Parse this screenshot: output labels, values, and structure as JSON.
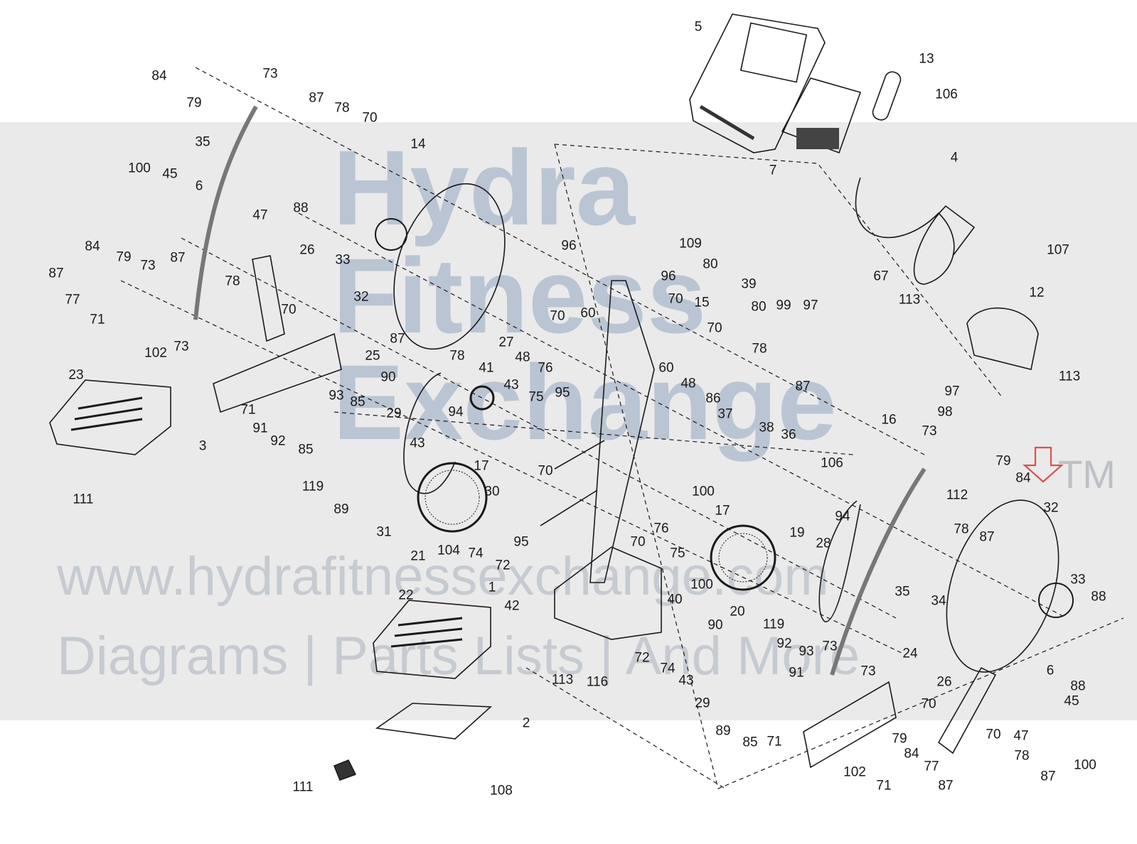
{
  "watermark": {
    "brand_line1": "Hydra",
    "brand_line2": "Fitness",
    "brand_line3": "Exchange",
    "trademark": "TM",
    "url": "www.hydrafitnessexchange.com",
    "tagline": "Diagrams | Parts Lists | And More"
  },
  "highlight": {
    "part_number": "32",
    "arrow_color": "#d9534f"
  },
  "colors": {
    "line": "#1a1a1a",
    "leader": "#333333",
    "watermark_band": "#d9d9d9"
  },
  "part_labels": [
    {
      "id": "p5",
      "text": "5"
    },
    {
      "id": "p13",
      "text": "13"
    },
    {
      "id": "p106a",
      "text": "106"
    },
    {
      "id": "p7",
      "text": "7"
    },
    {
      "id": "p4",
      "text": "4"
    },
    {
      "id": "p107",
      "text": "107"
    },
    {
      "id": "p12",
      "text": "12"
    },
    {
      "id": "p113a",
      "text": "113"
    },
    {
      "id": "p113b",
      "text": "113"
    },
    {
      "id": "p67",
      "text": "67"
    },
    {
      "id": "p84a",
      "text": "84"
    },
    {
      "id": "p79a",
      "text": "79"
    },
    {
      "id": "p73a",
      "text": "73"
    },
    {
      "id": "p87a",
      "text": "87"
    },
    {
      "id": "p78a",
      "text": "78"
    },
    {
      "id": "p70a",
      "text": "70"
    },
    {
      "id": "p14",
      "text": "14"
    },
    {
      "id": "p35a",
      "text": "35"
    },
    {
      "id": "p100a",
      "text": "100"
    },
    {
      "id": "p45a",
      "text": "45"
    },
    {
      "id": "p6a",
      "text": "6"
    },
    {
      "id": "p88a",
      "text": "88"
    },
    {
      "id": "p47a",
      "text": "47"
    },
    {
      "id": "p26a",
      "text": "26"
    },
    {
      "id": "p33a",
      "text": "33"
    },
    {
      "id": "p32a",
      "text": "32"
    },
    {
      "id": "p84b",
      "text": "84"
    },
    {
      "id": "p79b",
      "text": "79"
    },
    {
      "id": "p73b",
      "text": "73"
    },
    {
      "id": "p87b",
      "text": "87"
    },
    {
      "id": "p87c",
      "text": "87"
    },
    {
      "id": "p77a",
      "text": "77"
    },
    {
      "id": "p71a",
      "text": "71"
    },
    {
      "id": "p78b",
      "text": "78"
    },
    {
      "id": "p70b",
      "text": "70"
    },
    {
      "id": "p73c",
      "text": "73"
    },
    {
      "id": "p102a",
      "text": "102"
    },
    {
      "id": "p25",
      "text": "25"
    },
    {
      "id": "p23",
      "text": "23"
    },
    {
      "id": "p3",
      "text": "3"
    },
    {
      "id": "p111a",
      "text": "111"
    },
    {
      "id": "p93a",
      "text": "93"
    },
    {
      "id": "p71b",
      "text": "71"
    },
    {
      "id": "p85a",
      "text": "85"
    },
    {
      "id": "p91a",
      "text": "91"
    },
    {
      "id": "p92a",
      "text": "92"
    },
    {
      "id": "p85b",
      "text": "85"
    },
    {
      "id": "p119a",
      "text": "119"
    },
    {
      "id": "p89a",
      "text": "89"
    },
    {
      "id": "p29a",
      "text": "29"
    },
    {
      "id": "p90a",
      "text": "90"
    },
    {
      "id": "p43a",
      "text": "43"
    },
    {
      "id": "p31",
      "text": "31"
    },
    {
      "id": "p87d",
      "text": "87"
    },
    {
      "id": "p78c",
      "text": "78"
    },
    {
      "id": "p41",
      "text": "41"
    },
    {
      "id": "p43b",
      "text": "43"
    },
    {
      "id": "p94a",
      "text": "94"
    },
    {
      "id": "p75a",
      "text": "75"
    },
    {
      "id": "p17a",
      "text": "17"
    },
    {
      "id": "p70c",
      "text": "70"
    },
    {
      "id": "p30",
      "text": "30"
    },
    {
      "id": "p21",
      "text": "21"
    },
    {
      "id": "p104",
      "text": "104"
    },
    {
      "id": "p74a",
      "text": "74"
    },
    {
      "id": "p72a",
      "text": "72"
    },
    {
      "id": "p95a",
      "text": "95"
    },
    {
      "id": "p27",
      "text": "27"
    },
    {
      "id": "p96a",
      "text": "96"
    },
    {
      "id": "p70d",
      "text": "70"
    },
    {
      "id": "p60a",
      "text": "60"
    },
    {
      "id": "p48a",
      "text": "48"
    },
    {
      "id": "p76a",
      "text": "76"
    },
    {
      "id": "p95b",
      "text": "95"
    },
    {
      "id": "p109",
      "text": "109"
    },
    {
      "id": "p96b",
      "text": "96"
    },
    {
      "id": "p70e",
      "text": "70"
    },
    {
      "id": "p15",
      "text": "15"
    },
    {
      "id": "p80a",
      "text": "80"
    },
    {
      "id": "p39",
      "text": "39"
    },
    {
      "id": "p80b",
      "text": "80"
    },
    {
      "id": "p70f",
      "text": "70"
    },
    {
      "id": "p99",
      "text": "99"
    },
    {
      "id": "p97a",
      "text": "97"
    },
    {
      "id": "p78d",
      "text": "78"
    },
    {
      "id": "p87e",
      "text": "87"
    },
    {
      "id": "p97b",
      "text": "97"
    },
    {
      "id": "p98",
      "text": "98"
    },
    {
      "id": "p16",
      "text": "16"
    },
    {
      "id": "p60b",
      "text": "60"
    },
    {
      "id": "p48b",
      "text": "48"
    },
    {
      "id": "p86",
      "text": "86"
    },
    {
      "id": "p37",
      "text": "37"
    },
    {
      "id": "p38",
      "text": "38"
    },
    {
      "id": "p36",
      "text": "36"
    },
    {
      "id": "p106b",
      "text": "106"
    },
    {
      "id": "p73d",
      "text": "73"
    },
    {
      "id": "p79c",
      "text": "79"
    },
    {
      "id": "p84c",
      "text": "84"
    },
    {
      "id": "p32b",
      "text": "32"
    },
    {
      "id": "p112",
      "text": "112"
    },
    {
      "id": "p78e",
      "text": "78"
    },
    {
      "id": "p87f",
      "text": "87"
    },
    {
      "id": "p34",
      "text": "34"
    },
    {
      "id": "p35b",
      "text": "35"
    },
    {
      "id": "p28",
      "text": "28"
    },
    {
      "id": "p100b",
      "text": "100"
    },
    {
      "id": "p17b",
      "text": "17"
    },
    {
      "id": "p94b",
      "text": "94"
    },
    {
      "id": "p19",
      "text": "19"
    },
    {
      "id": "p70g",
      "text": "70"
    },
    {
      "id": "p76b",
      "text": "76"
    },
    {
      "id": "p75b",
      "text": "75"
    },
    {
      "id": "p100c",
      "text": "100"
    },
    {
      "id": "p40",
      "text": "40"
    },
    {
      "id": "p20",
      "text": "20"
    },
    {
      "id": "p1",
      "text": "1"
    },
    {
      "id": "p42",
      "text": "42"
    },
    {
      "id": "p22",
      "text": "22"
    },
    {
      "id": "p113c",
      "text": "113"
    },
    {
      "id": "p116",
      "text": "116"
    },
    {
      "id": "p90b",
      "text": "90"
    },
    {
      "id": "p119b",
      "text": "119"
    },
    {
      "id": "p72b",
      "text": "72"
    },
    {
      "id": "p74b",
      "text": "74"
    },
    {
      "id": "p43c",
      "text": "43"
    },
    {
      "id": "p92b",
      "text": "92"
    },
    {
      "id": "p93b",
      "text": "93"
    },
    {
      "id": "p73e",
      "text": "73"
    },
    {
      "id": "p91b",
      "text": "91"
    },
    {
      "id": "p29b",
      "text": "29"
    },
    {
      "id": "p89b",
      "text": "89"
    },
    {
      "id": "p85c",
      "text": "85"
    },
    {
      "id": "p71c",
      "text": "71"
    },
    {
      "id": "p73f",
      "text": "73"
    },
    {
      "id": "p24",
      "text": "24"
    },
    {
      "id": "p26b",
      "text": "26"
    },
    {
      "id": "p70h",
      "text": "70"
    },
    {
      "id": "p79d",
      "text": "79"
    },
    {
      "id": "p84d",
      "text": "84"
    },
    {
      "id": "p77b",
      "text": "77"
    },
    {
      "id": "p102b",
      "text": "102"
    },
    {
      "id": "p71d",
      "text": "71"
    },
    {
      "id": "p87g",
      "text": "87"
    },
    {
      "id": "p47b",
      "text": "47"
    },
    {
      "id": "p6b",
      "text": "6"
    },
    {
      "id": "p45b",
      "text": "45"
    },
    {
      "id": "p100d",
      "text": "100"
    },
    {
      "id": "p70i",
      "text": "70"
    },
    {
      "id": "p78f",
      "text": "78"
    },
    {
      "id": "p87h",
      "text": "87"
    },
    {
      "id": "p33b",
      "text": "33"
    },
    {
      "id": "p88b",
      "text": "88"
    },
    {
      "id": "p88c",
      "text": "88"
    },
    {
      "id": "p2",
      "text": "2"
    },
    {
      "id": "p111b",
      "text": "111"
    },
    {
      "id": "p108",
      "text": "108"
    }
  ]
}
